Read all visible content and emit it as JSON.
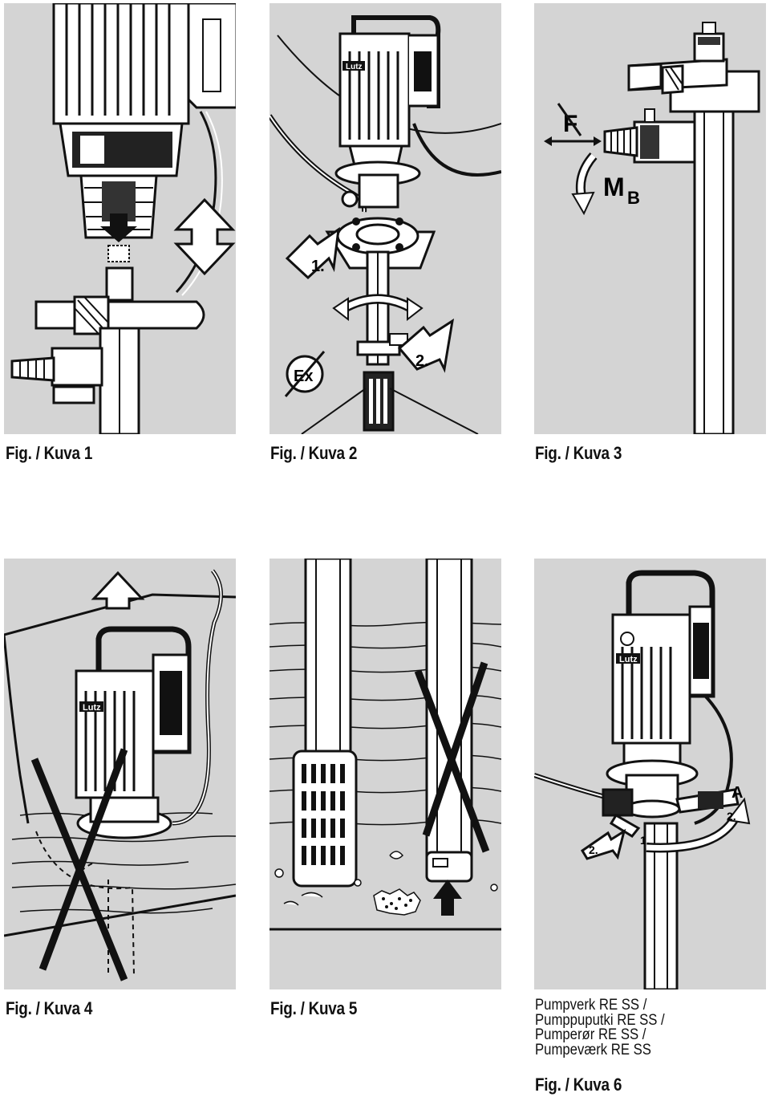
{
  "figures": [
    {
      "caption": "Fig. / Kuva 1"
    },
    {
      "caption": "Fig. / Kuva 2",
      "step_labels": [
        "1.",
        "2."
      ],
      "symbol": "Ex"
    },
    {
      "caption": "Fig. / Kuva 3",
      "force_label": "F",
      "moment_label": "M",
      "moment_sub": "B"
    },
    {
      "caption": "Fig. / Kuva 4",
      "brand": "Lutz"
    },
    {
      "caption": "Fig. / Kuva 5"
    },
    {
      "caption": "Fig. / Kuva 6",
      "brand": "Lutz",
      "step_labels": [
        "A",
        "2.",
        "2.",
        "1."
      ],
      "note_lines": [
        "Pumpverk RE SS /",
        "Pumppuputki RE SS /",
        "Pumperør RE SS /",
        "Pumpeværk RE SS"
      ]
    }
  ],
  "colors": {
    "panel_bg": "#d4d4d4",
    "line": "#111111",
    "white": "#ffffff"
  }
}
